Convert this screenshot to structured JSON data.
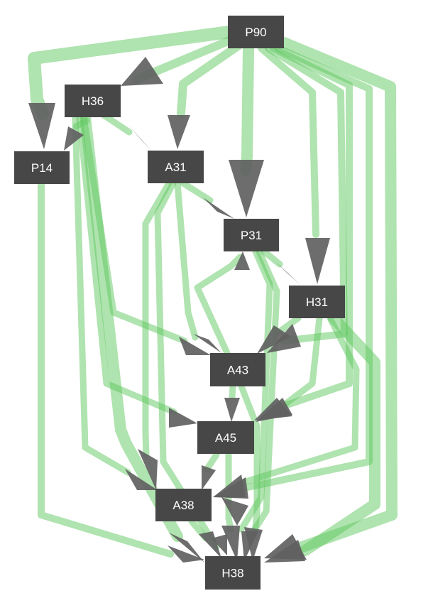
{
  "diagram": {
    "type": "directed-graph",
    "edge_color": "#5fc85f",
    "node_color": "#474747",
    "arrow_color": "#616161",
    "label_color": "#ffffff",
    "nodes": [
      {
        "id": "P90",
        "label": "P90"
      },
      {
        "id": "H36",
        "label": "H36"
      },
      {
        "id": "P14",
        "label": "P14"
      },
      {
        "id": "A31",
        "label": "A31"
      },
      {
        "id": "P31",
        "label": "P31"
      },
      {
        "id": "H31",
        "label": "H31"
      },
      {
        "id": "A43",
        "label": "A43"
      },
      {
        "id": "A45",
        "label": "A45"
      },
      {
        "id": "A38",
        "label": "A38"
      },
      {
        "id": "H38",
        "label": "H38"
      }
    ],
    "edges": [
      {
        "from": "P90",
        "to": "H36"
      },
      {
        "from": "P90",
        "to": "P14"
      },
      {
        "from": "P90",
        "to": "A31"
      },
      {
        "from": "P90",
        "to": "P31"
      },
      {
        "from": "P90",
        "to": "H31"
      },
      {
        "from": "P90",
        "to": "A43"
      },
      {
        "from": "P90",
        "to": "A45"
      },
      {
        "from": "P90",
        "to": "A38"
      },
      {
        "from": "P90",
        "to": "H38"
      },
      {
        "from": "H36",
        "to": "P14"
      },
      {
        "from": "H36",
        "to": "A31"
      },
      {
        "from": "H36",
        "to": "A43"
      },
      {
        "from": "H36",
        "to": "A45"
      },
      {
        "from": "H36",
        "to": "A38"
      },
      {
        "from": "H36",
        "to": "H38"
      },
      {
        "from": "P14",
        "to": "H38"
      },
      {
        "from": "A31",
        "to": "P31"
      },
      {
        "from": "A31",
        "to": "A43"
      },
      {
        "from": "A31",
        "to": "A38"
      },
      {
        "from": "A31",
        "to": "H38"
      },
      {
        "from": "P31",
        "to": "H31"
      },
      {
        "from": "P31",
        "to": "A38"
      },
      {
        "from": "P31",
        "to": "H38"
      },
      {
        "from": "H31",
        "to": "A43"
      },
      {
        "from": "H31",
        "to": "A45"
      },
      {
        "from": "H31",
        "to": "A38"
      },
      {
        "from": "H31",
        "to": "H38"
      },
      {
        "from": "A43",
        "to": "P31"
      },
      {
        "from": "A43",
        "to": "A45"
      },
      {
        "from": "A43",
        "to": "H38"
      },
      {
        "from": "A45",
        "to": "A38"
      },
      {
        "from": "A45",
        "to": "H38"
      },
      {
        "from": "A38",
        "to": "H38"
      }
    ]
  }
}
